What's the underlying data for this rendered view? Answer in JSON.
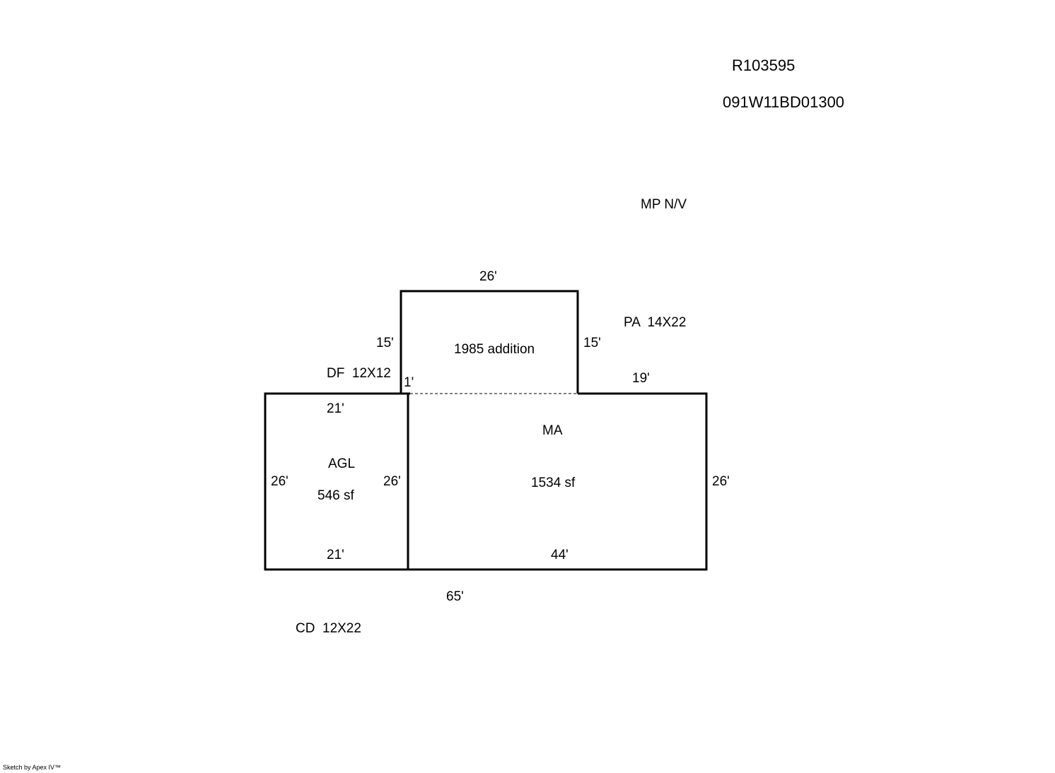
{
  "header": {
    "record_id": "R103595",
    "parcel_number": "091W11BD01300"
  },
  "notes": {
    "mp": "MP N/V",
    "pa": "PA  14X22",
    "df": "DF  12X12",
    "cd": "CD  12X22"
  },
  "addition": {
    "label": "1985 addition",
    "dim_top": "26'",
    "dim_left": "15'",
    "dim_right": "15'",
    "dim_jog": "1'"
  },
  "agl": {
    "label": "AGL",
    "area": "546 sf",
    "dim_top": "21'",
    "dim_bottom": "21'",
    "dim_left": "26'",
    "dim_right": "26'"
  },
  "ma": {
    "label": "MA",
    "area": "1534 sf",
    "dim_top_right": "19'",
    "dim_right": "26'",
    "dim_bottom": "44'"
  },
  "overall": {
    "dim_total_width": "65'"
  },
  "footer": {
    "credit": "Sketch by Apex IV™"
  }
}
